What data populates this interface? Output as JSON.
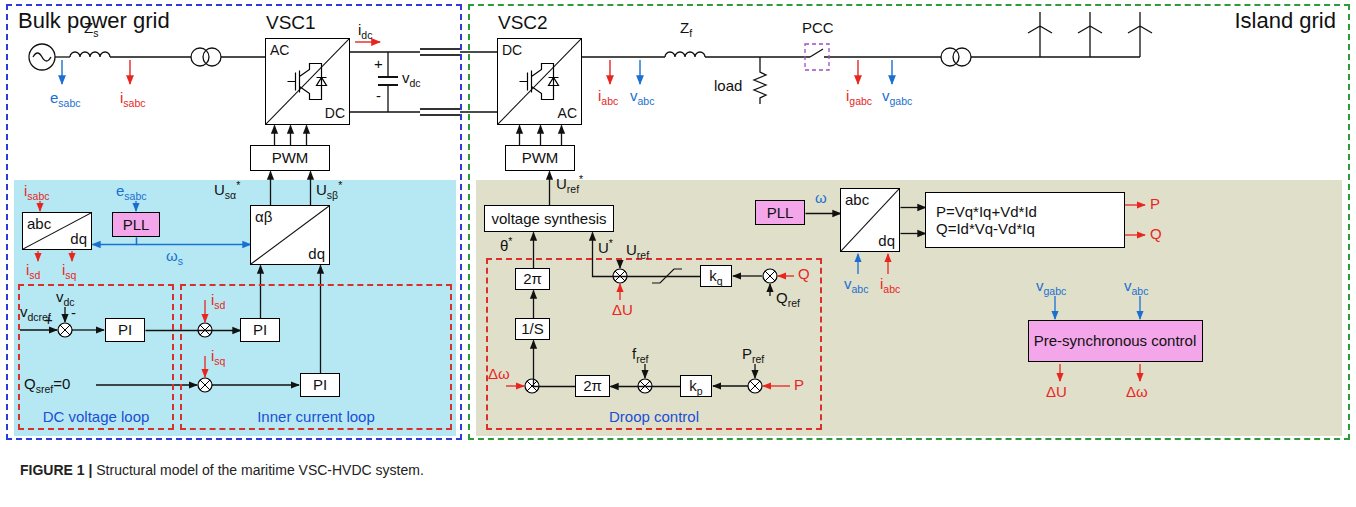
{
  "diagram": {
    "caption": "FIGURE 1 | Structural model of the maritime VSC-HVDC system.",
    "nodes": [
      {
        "text": [
          "Bulk power grid"
        ]
      },
      {
        "text": [
          "Island grid"
        ]
      },
      {
        "text": [
          "VSC1",
          "AC",
          "DC"
        ],
        "in": 0
      },
      {
        "text": [
          "VSC2",
          "DC",
          "AC"
        ],
        "in": 1
      },
      {
        "text": [
          "abc",
          "dq"
        ],
        "in": 0
      },
      {
        "text": [
          "PLL"
        ],
        "in": 0
      },
      {
        "text": [
          "PWM"
        ],
        "in": 0
      },
      {
        "text": [
          "αβ",
          "dq"
        ],
        "in": 0
      },
      {
        "text": [
          "DC voltage loop"
        ],
        "in": 0
      },
      {
        "text": [
          "PI"
        ],
        "in": 8
      },
      {
        "text": [
          "Inner current loop"
        ],
        "in": 0
      },
      {
        "text": [
          "PI"
        ],
        "in": 10
      },
      {
        "text": [
          "PI"
        ],
        "in": 10
      },
      {
        "text": [
          "PWM"
        ],
        "in": 1
      },
      {
        "text": [
          "voltage synthesis"
        ],
        "in": 1
      },
      {
        "text": [
          "PLL"
        ],
        "in": 1
      },
      {
        "text": [
          "abc",
          "dq"
        ],
        "in": 1
      },
      {
        "text": [
          "P=Vq*Iq+Vd*Id",
          "Q=Id*Vq-Vd*Iq"
        ],
        "in": 1
      },
      {
        "text": [
          "Pre-synchronous control"
        ],
        "in": 1
      },
      {
        "text": [
          "Droop control"
        ],
        "in": 1
      },
      {
        "text": [
          "2π"
        ],
        "in": 19
      },
      {
        "text": [
          "1/S"
        ],
        "in": 19
      },
      {
        "text": [
          "2π"
        ],
        "in": 19
      },
      {
        "text": [
          "kp"
        ],
        "in": 19
      },
      {
        "text": [
          "kq"
        ],
        "in": 19
      }
    ],
    "edges": [
      {
        "from": 5,
        "to": 4,
        "arrow": "to"
      },
      {
        "from": 5,
        "to": 7,
        "arrow": "to"
      },
      {
        "from": 7,
        "to": 6,
        "arrow": "to"
      },
      {
        "from": 7,
        "to": 6,
        "arrow": "to"
      },
      {
        "from": 6,
        "to": 2,
        "arrow": "to"
      },
      {
        "from": 6,
        "to": 2,
        "arrow": "to"
      },
      {
        "from": 6,
        "to": 2,
        "arrow": "to"
      },
      {
        "from": 9,
        "to": 11,
        "arrow": "to"
      },
      {
        "from": 11,
        "to": 7,
        "arrow": "to"
      },
      {
        "from": 12,
        "to": 7,
        "arrow": "to"
      },
      {
        "from": 13,
        "to": 3,
        "arrow": "to"
      },
      {
        "from": 13,
        "to": 3,
        "arrow": "to"
      },
      {
        "from": 13,
        "to": 3,
        "arrow": "to"
      },
      {
        "from": 14,
        "to": 13,
        "arrow": "to"
      },
      {
        "from": 20,
        "to": 14,
        "arrow": "to"
      },
      {
        "from": 21,
        "to": 20,
        "arrow": "to"
      },
      {
        "from": 22,
        "to": 21,
        "arrow": "to"
      },
      {
        "from": 23,
        "to": 22,
        "arrow": "to"
      },
      {
        "from": 24,
        "to": 14,
        "arrow": "to"
      },
      {
        "from": 15,
        "to": 16,
        "arrow": "to"
      },
      {
        "from": 16,
        "to": 17,
        "arrow": "to"
      },
      {
        "from": 16,
        "to": 17,
        "arrow": "to"
      }
    ],
    "labels": [
      "Zs",
      "esabc",
      "isabc",
      "idc",
      "+",
      "vdc",
      "-",
      "iabc",
      "vabc",
      "Zf",
      "load",
      "PCC",
      "igabc",
      "vgabc",
      "isabc",
      "esabc",
      "isd",
      "isq",
      "ωs",
      "Usα*",
      "Usβ*",
      "vdc",
      "vdcref",
      "+",
      "-",
      "isd",
      "isq",
      "Qsref=0",
      "Uref*",
      "ω",
      "vabc",
      "iabc",
      "P",
      "Q",
      "vgabc",
      "vabc",
      "ΔU",
      "Δω",
      "θ*",
      "U*",
      "Uref",
      "ΔU",
      "Q",
      "Qref",
      "fref",
      "Pref",
      "P",
      "Δω"
    ]
  }
}
